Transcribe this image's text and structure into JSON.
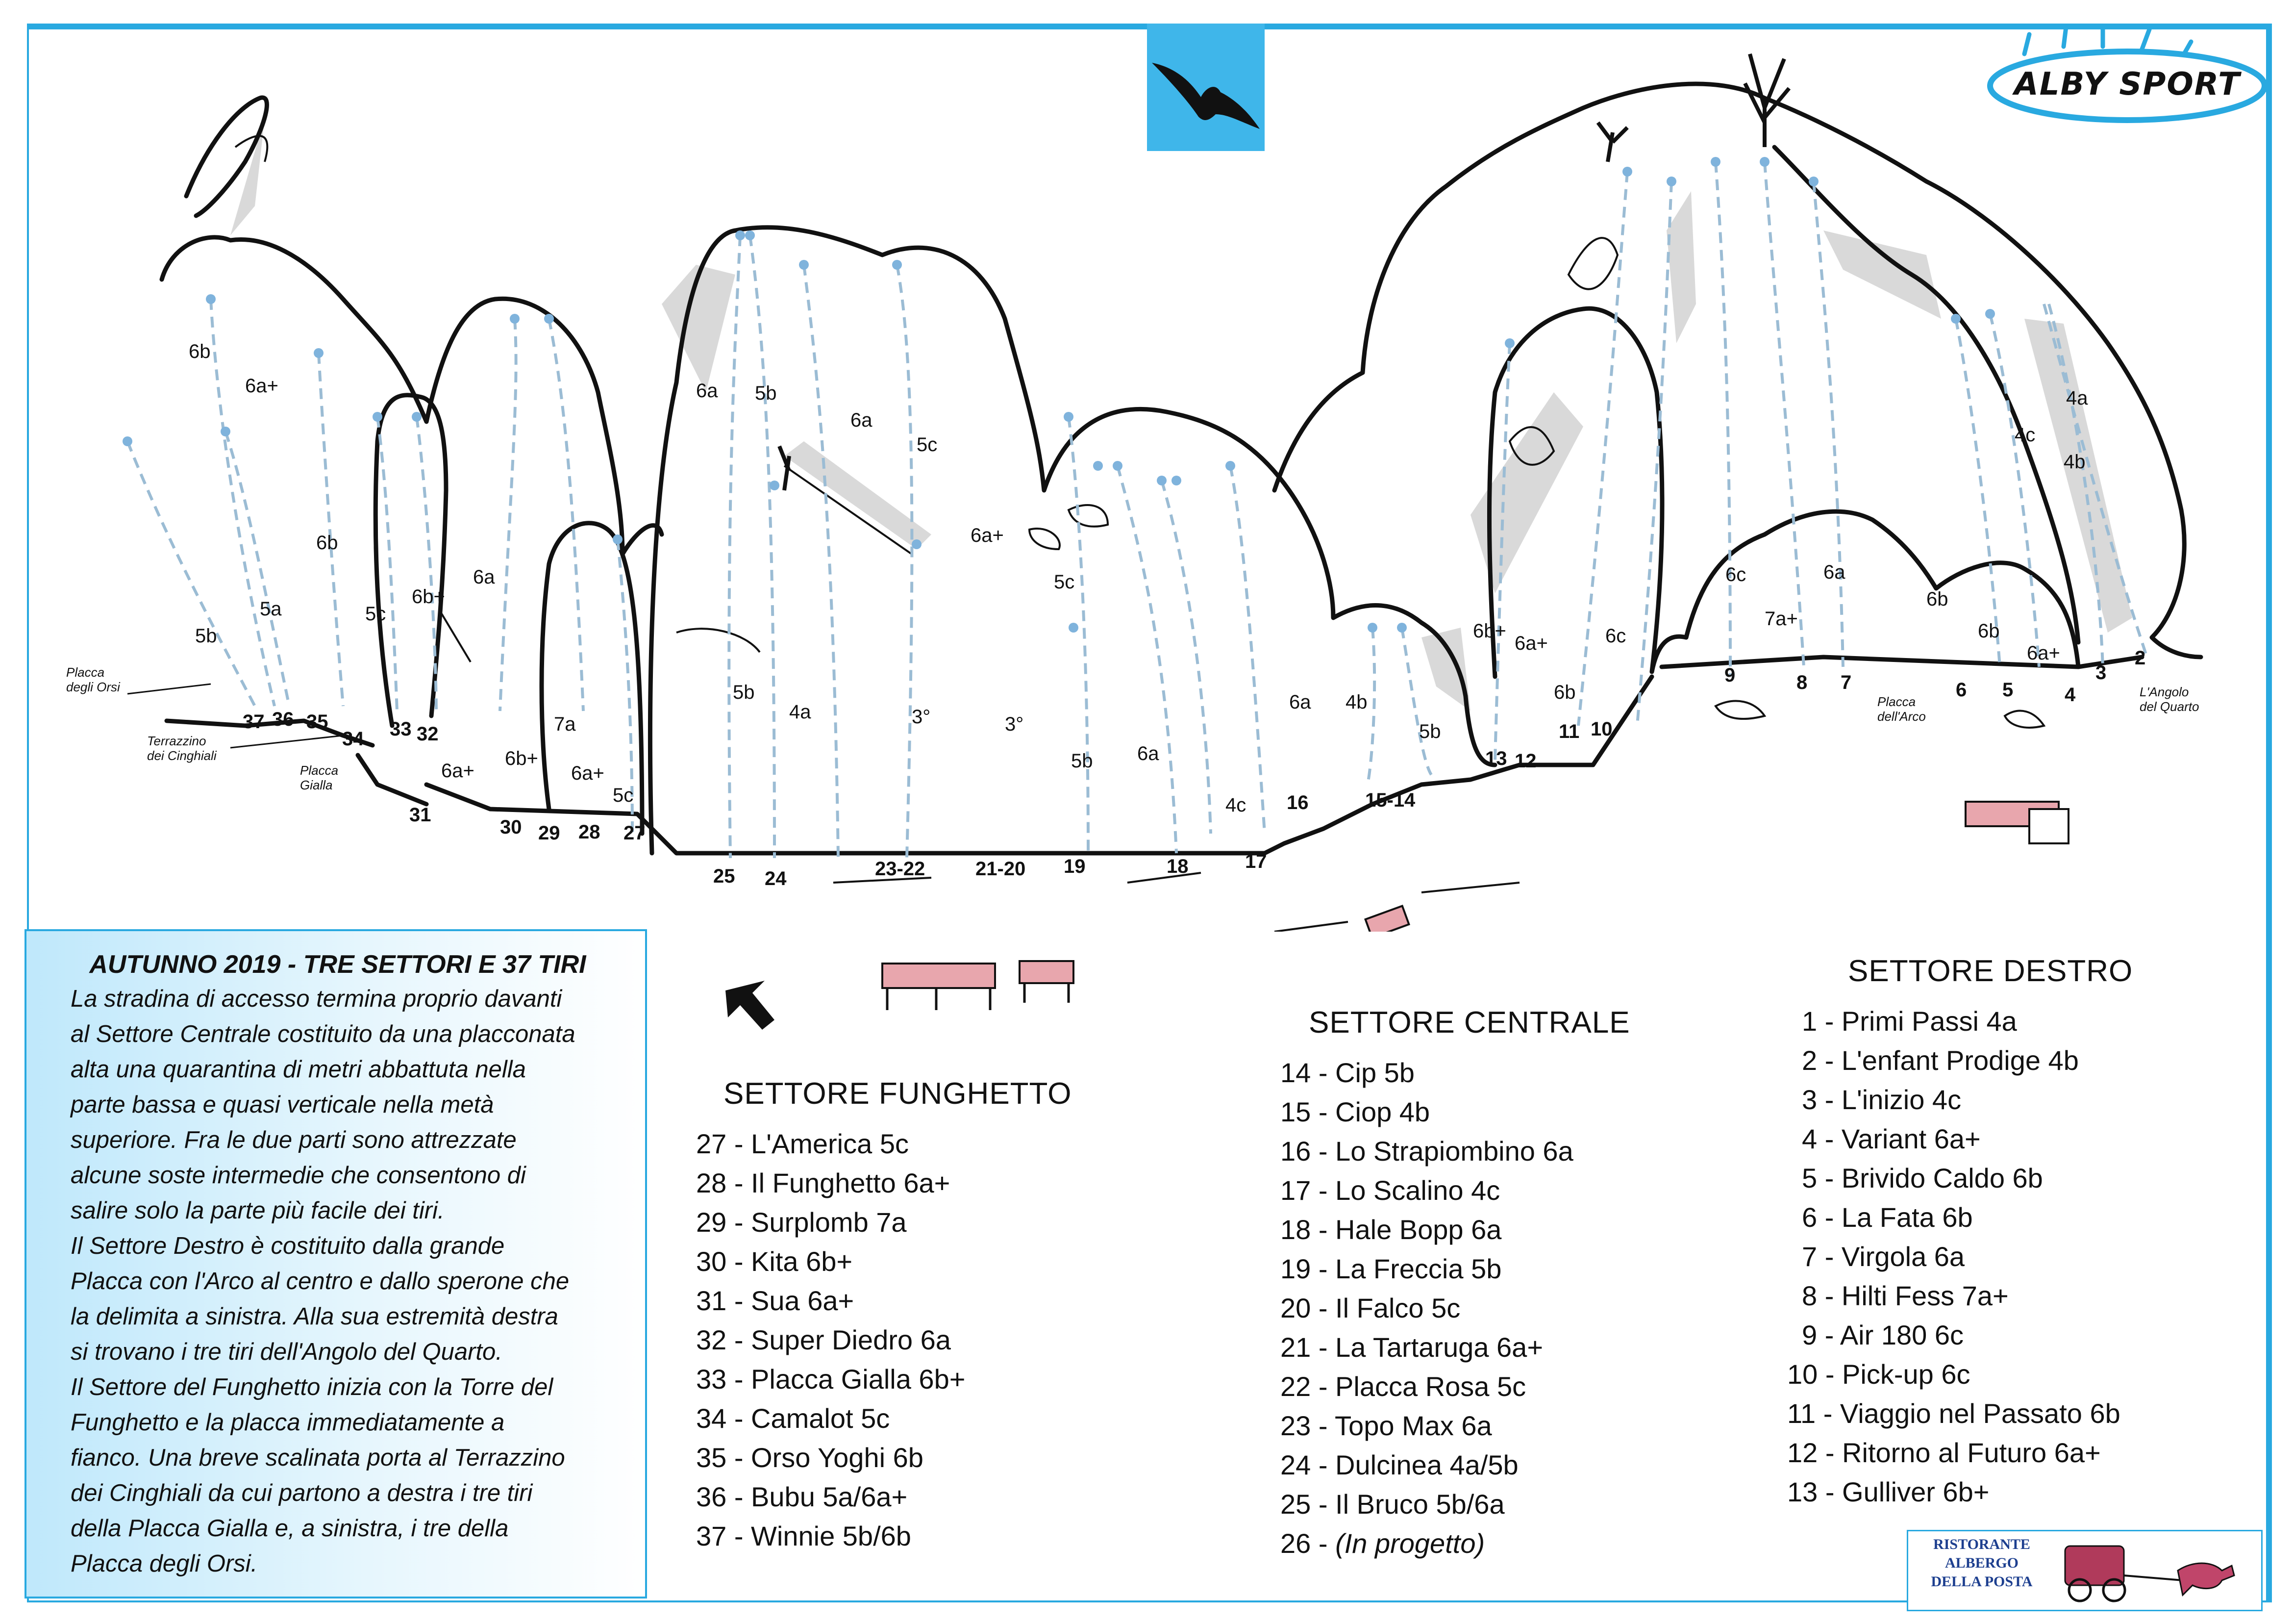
{
  "logo": {
    "text": "ALBY SPORT"
  },
  "places": {
    "placca_orsi": [
      "Placca",
      "degli Orsi"
    ],
    "terrazzino": [
      "Terrazzino",
      "dei Cinghiali"
    ],
    "placca_gialla": [
      "Placca",
      "Gialla"
    ],
    "placca_arco": [
      "Placca",
      "dell'Arco"
    ],
    "angolo_quarto": [
      "L'Angolo",
      "del Quarto"
    ]
  },
  "description": {
    "title": "AUTUNNO 2019 - TRE SETTORI E 37 TIRI",
    "lines": [
      "La stradina di accesso termina proprio davanti",
      "al Settore Centrale costituito da una placconata",
      "alta una quarantina di metri abbattuta nella",
      "parte bassa e quasi verticale nella metà",
      "superiore. Fra le due parti sono attrezzate",
      "alcune soste intermedie che consentono di",
      "salire solo la parte più facile dei tiri.",
      "Il Settore Destro è costituito dalla grande",
      "Placca con l'Arco al centro e dallo sperone che",
      "la delimita a sinistra. Alla sua estremità destra",
      "si trovano i tre tiri dell'Angolo del Quarto.",
      "Il Settore del Funghetto inizia con la Torre del",
      "Funghetto e la placca immediatamente a",
      "fianco. Una breve scalinata porta al Terrazzino",
      "dei Cinghiali da cui partono a destra i tre tiri",
      "della Placca Gialla e, a sinistra, i tre della",
      "Placca degli Orsi."
    ]
  },
  "sectors": {
    "funghetto": {
      "title": "SETTORE FUNGHETTO",
      "routes": [
        "27 - L'America 5c",
        "28 - Il Funghetto 6a+",
        "29 - Surplomb 7a",
        "30 - Kita 6b+",
        "31 - Sua 6a+",
        "32 - Super Diedro 6a",
        "33 - Placca Gialla 6b+",
        "34 - Camalot 5c",
        "35 - Orso Yoghi 6b",
        "36 - Bubu 5a/6a+",
        "37 - Winnie 5b/6b"
      ]
    },
    "centrale": {
      "title": "SETTORE CENTRALE",
      "routes": [
        "14 - Cip 5b",
        "15 - Ciop 4b",
        "16 - Lo Strapiombino 6a",
        "17 - Lo Scalino 4c",
        "18 - Hale Bopp 6a",
        "19 - La Freccia 5b",
        "20 - Il Falco 5c",
        "21 - La Tartaruga 6a+",
        "22 - Placca Rosa 5c",
        "23 - Topo Max 6a",
        "24 - Dulcinea 4a/5b",
        "25 - Il Bruco 5b/6a"
      ],
      "project_number": "26 - ",
      "project_note": "(In progetto)"
    },
    "destro": {
      "title": "SETTORE DESTRO",
      "routes": [
        "1 - Primi Passi 4a",
        "2 - L'enfant Prodige 4b",
        "3 - L'inizio 4c",
        "4 - Variant 6a+",
        "5 - Brivido Caldo 6b",
        "6 - La Fata 6b",
        "7 - Virgola 6a",
        "8 - Hilti Fess 7a+",
        "9 - Air 180 6c",
        "10 - Pick-up 6c",
        "11 - Viaggio nel Passato 6b",
        "12 - Ritorno al Futuro 6a+",
        "13 - Gulliver 6b+"
      ]
    }
  },
  "restaurant": {
    "lines": [
      "RISTORANTE",
      "ALBERGO",
      "DELLA POSTA"
    ]
  },
  "topo_grades": [
    "6b",
    "6a+",
    "6b",
    "5a",
    "5b",
    "5c",
    "6b+",
    "6a",
    "6b+",
    "7a",
    "6a+",
    "6a+",
    "5c",
    "6a",
    "5b",
    "6a",
    "5c",
    "6a+",
    "5c",
    "5b",
    "4a",
    "3°",
    "3°",
    "5b",
    "6a",
    "4c",
    "6a",
    "4b",
    "5b",
    "6b+",
    "6a+",
    "6b",
    "6c",
    "6c",
    "6a",
    "7a+",
    "6b",
    "6b",
    "6a+",
    "4c",
    "4b",
    "4a"
  ],
  "topo_numbers": [
    "37",
    "36",
    "35",
    "34",
    "33",
    "32",
    "31",
    "30",
    "29",
    "28",
    "27",
    "25",
    "24",
    "23-22",
    "21-20",
    "19",
    "18",
    "17",
    "16",
    "15-14",
    "13",
    "12",
    "11",
    "10",
    "9",
    "8",
    "7",
    "6",
    "5",
    "4",
    "3",
    "2"
  ],
  "colors": {
    "accent_blue": "#29a9e0",
    "route_blue": "#9bbcd4",
    "rock_grey": "#d9d9d9",
    "bench_pink": "#e8a6ad"
  },
  "icons": [
    "eagle-icon",
    "sun-rays-icon",
    "direction-arrow-icon",
    "tree-icon",
    "bench-icon",
    "carriage-icon"
  ]
}
